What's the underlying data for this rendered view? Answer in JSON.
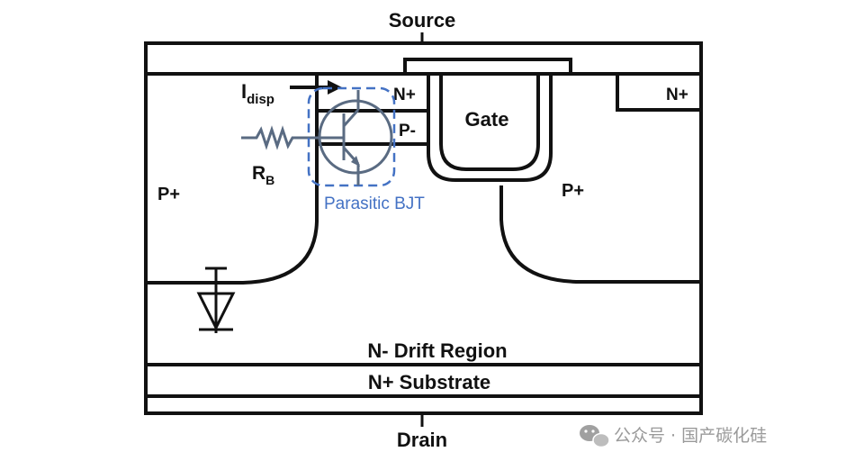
{
  "labels": {
    "source": "Source",
    "drain": "Drain",
    "gate": "Gate",
    "n_plus_left": "N+",
    "n_plus_right": "N+",
    "p_minus": "P-",
    "p_plus_left": "P+",
    "p_plus_right": "P+",
    "i_disp_main": "I",
    "i_disp_sub": "disp",
    "rb_main": "R",
    "rb_sub": "B",
    "parasitic_bjt": "Parasitic BJT",
    "n_drift": "N- Drift Region",
    "n_substrate": "N+ Substrate"
  },
  "watermark": {
    "text": "公众号 · 国产碳化硅",
    "icon": "wechat-icon"
  },
  "colors": {
    "structure": "#111111",
    "bjt_symbol": "#5a6b82",
    "bjt_box": "#4472c4",
    "bjt_label": "#4472c4",
    "watermark": "#9a9a9a"
  }
}
